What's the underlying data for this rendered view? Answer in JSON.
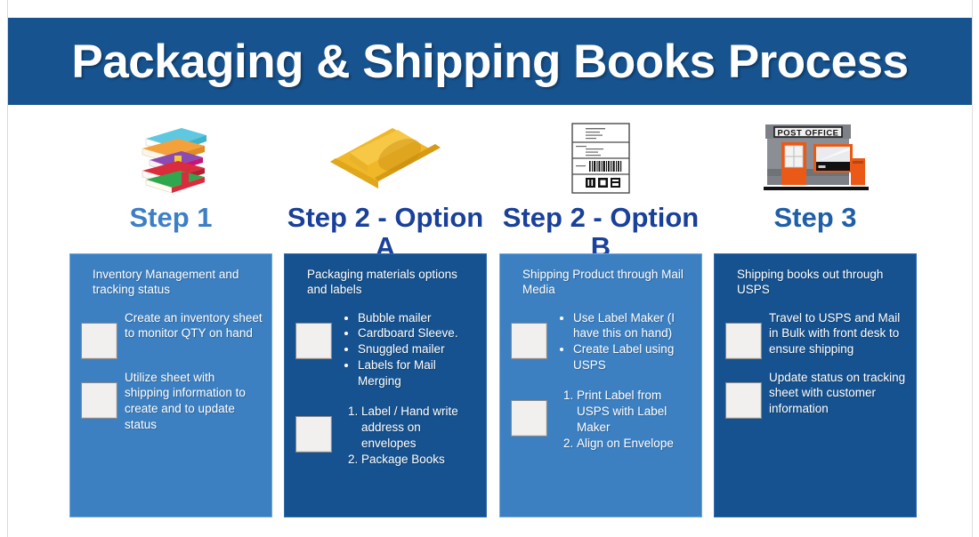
{
  "banner": {
    "title": "Packaging & Shipping Books Process",
    "background_color": "#17538f",
    "text_color": "#ffffff"
  },
  "columns": [
    {
      "icon": "stack-of-books-icon",
      "heading": "Step 1",
      "heading_color": "#3d7fc6",
      "card": {
        "style": "light",
        "background_color": "#3d80c2",
        "title": "Inventory Management and tracking status",
        "rows": [
          {
            "has_placeholder_image": true,
            "list_type": "none",
            "items": [
              "Create an inventory sheet to monitor QTY on hand"
            ]
          },
          {
            "has_placeholder_image": true,
            "list_type": "none",
            "items": [
              "Utilize sheet with shipping information to create and to update status"
            ]
          }
        ]
      }
    },
    {
      "icon": "bubble-mailer-icon",
      "heading": "Step 2 - Option A",
      "heading_color": "#19409a",
      "card": {
        "style": "dark",
        "background_color": "#16528f",
        "title": "Packaging materials options and labels",
        "rows": [
          {
            "has_placeholder_image": true,
            "list_type": "bullet",
            "items": [
              "Bubble mailer",
              "Cardboard Sleeve.",
              "Snuggled mailer",
              "Labels for Mail Merging"
            ]
          },
          {
            "has_placeholder_image": true,
            "list_type": "number",
            "items": [
              "Label / Hand write address on envelopes",
              "Package Books"
            ]
          }
        ]
      }
    },
    {
      "icon": "shipping-label-icon",
      "heading": "Step 2 - Option B",
      "heading_color": "#19409a",
      "card": {
        "style": "light",
        "background_color": "#3d80c2",
        "title": "Shipping Product through Mail Media",
        "rows": [
          {
            "has_placeholder_image": true,
            "list_type": "bullet",
            "items": [
              "Use Label Maker (I have this on hand)",
              "Create Label using USPS"
            ]
          },
          {
            "has_placeholder_image": true,
            "list_type": "number",
            "items": [
              "Print Label from USPS with Label Maker",
              "Align on Envelope"
            ]
          }
        ]
      }
    },
    {
      "icon": "post-office-icon",
      "heading": "Step 3",
      "heading_color": "#1f5fa8",
      "card": {
        "style": "dark",
        "background_color": "#16528f",
        "title": "Shipping books out through USPS",
        "rows": [
          {
            "has_placeholder_image": true,
            "list_type": "none",
            "items": [
              "Travel to USPS and Mail in Bulk with front desk to ensure shipping"
            ]
          },
          {
            "has_placeholder_image": true,
            "list_type": "none",
            "items": [
              "Update status on tracking sheet with customer information"
            ]
          }
        ]
      }
    }
  ],
  "icon_labels": {
    "post_office_sign": "POST OFFICE"
  }
}
